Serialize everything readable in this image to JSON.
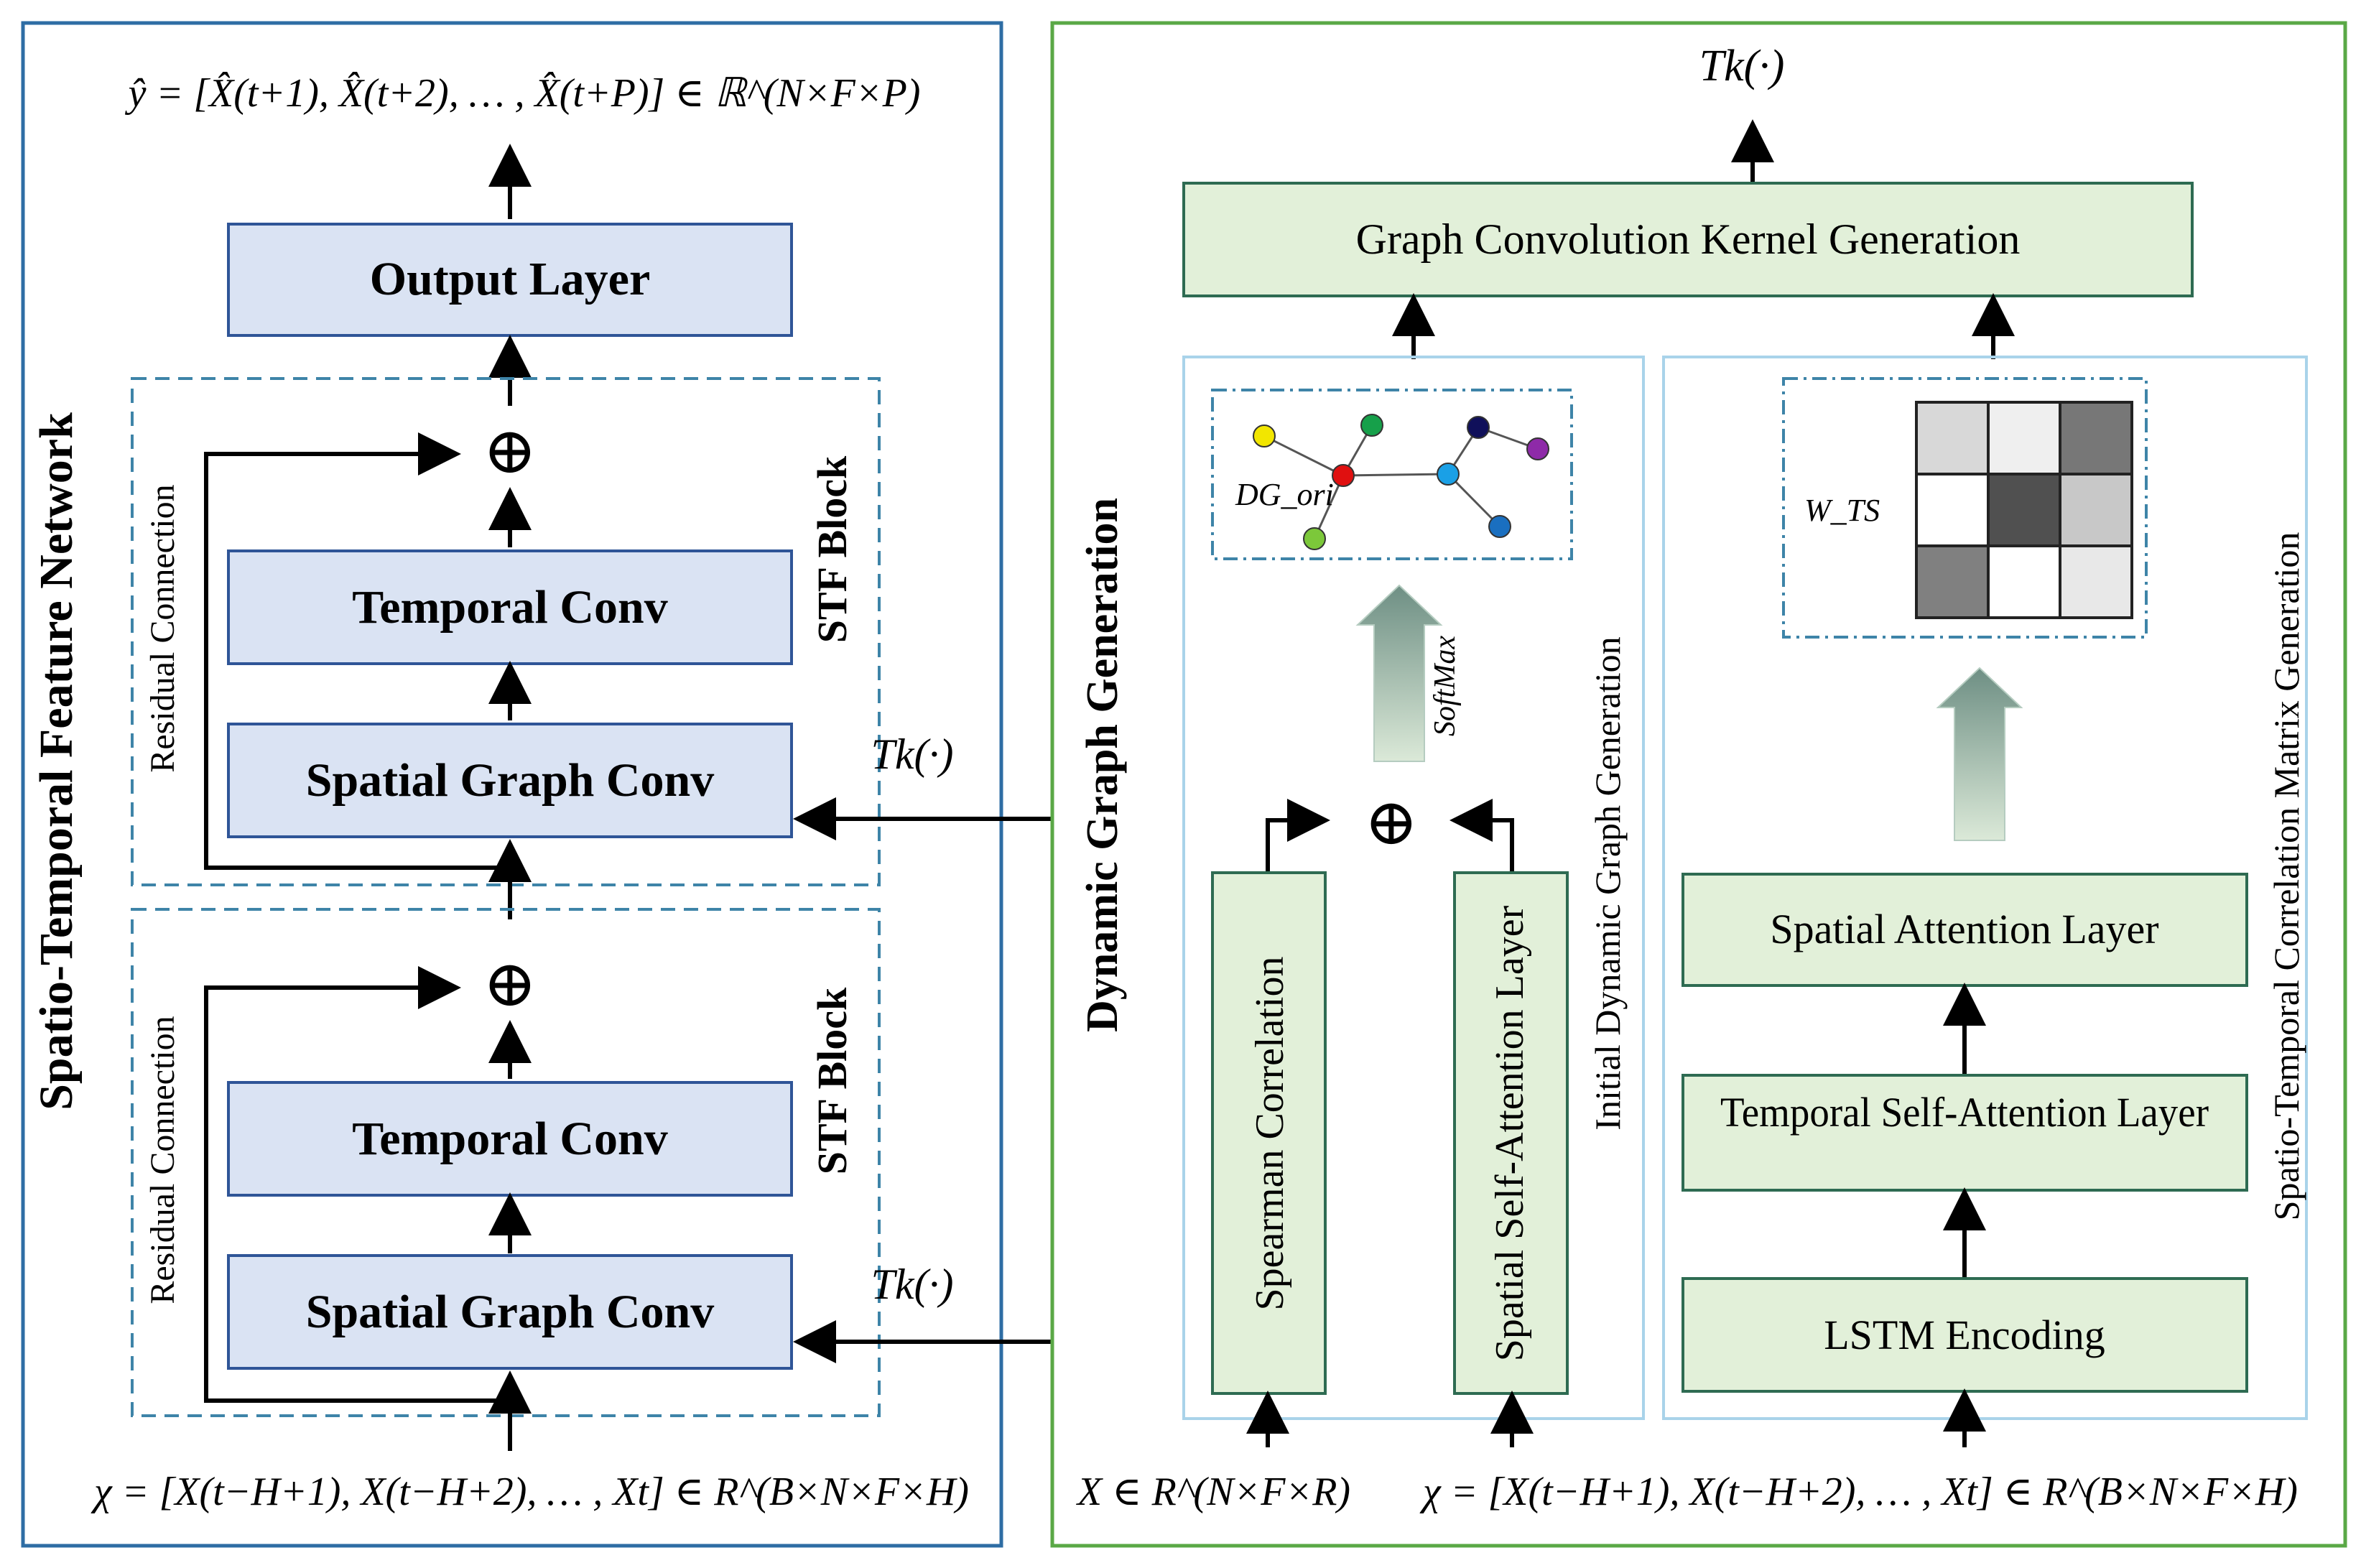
{
  "colors": {
    "left_panel_border": "#2e6da4",
    "right_panel_border": "#5aa846",
    "blue_box_fill": "#dae3f3",
    "blue_box_border": "#2f5597",
    "green_box_fill": "#e2f0d9",
    "green_box_border": "#2e6b52",
    "stf_dashed_border": "#3e84a8",
    "sub_panel_border": "#a9d3ea",
    "arrow": "#000000",
    "node_colors": [
      "#f2e600",
      "#16a04a",
      "#e01010",
      "#1aa0e6",
      "#10105a",
      "#8e2aa8",
      "#7cc83a",
      "#1a6fc0"
    ],
    "matrix_cells": [
      "#d8d8d8",
      "#efefef",
      "#777777",
      "#ffffff",
      "#505050",
      "#c8c8c8",
      "#808080",
      "#ffffff",
      "#e8e8e8"
    ]
  },
  "left_panel": {
    "title": "Spatio-Temporal Feature Network",
    "output_formula": "ŷ = [X̂(t+1), X̂(t+2), … , X̂(t+P)] ∈ ℝ^(N×F×P)",
    "output_layer": "Output Layer",
    "plus_symbol": "⊕",
    "blocks": [
      {
        "label": "STF Block",
        "residual": "Residual Connection",
        "temporal_conv": "Temporal Conv",
        "spatial_graph_conv": "Spatial Graph Conv",
        "tk_label": "Tk(·)"
      },
      {
        "label": "STF Block",
        "residual": "Residual Connection",
        "temporal_conv": "Temporal Conv",
        "spatial_graph_conv": "Spatial Graph Conv",
        "tk_label": "Tk(·)"
      }
    ],
    "input_formula": "χ = [X(t−H+1), X(t−H+2), … , Xt] ∈ R^(B×N×F×H)"
  },
  "right_panel": {
    "title": "Dynamic Graph Generation",
    "tk_output": "Tk(·)",
    "kernel_generation": "Graph Convolution Kernel Generation",
    "initial_graph": {
      "title": "Initial Dynamic Graph Generation",
      "graph_label": "DG_ori",
      "softmax_label": "SoftMax",
      "plus_symbol": "⊕",
      "spearman": "Spearman Correlation",
      "spatial_self_attention": "Spatial Self-Attention Layer",
      "input_x": "X ∈ R^(N×F×R)"
    },
    "correlation_matrix": {
      "title": "Spatio-Temporal Correlation Matrix Generation",
      "matrix_label": "W_TS",
      "spatial_attention": "Spatial Attention Layer",
      "temporal_self_attention": "Temporal Self-Attention Layer",
      "lstm": "LSTM Encoding"
    },
    "input_formula": "χ = [X(t−H+1), X(t−H+2), … , Xt] ∈ R^(B×N×F×H)"
  }
}
